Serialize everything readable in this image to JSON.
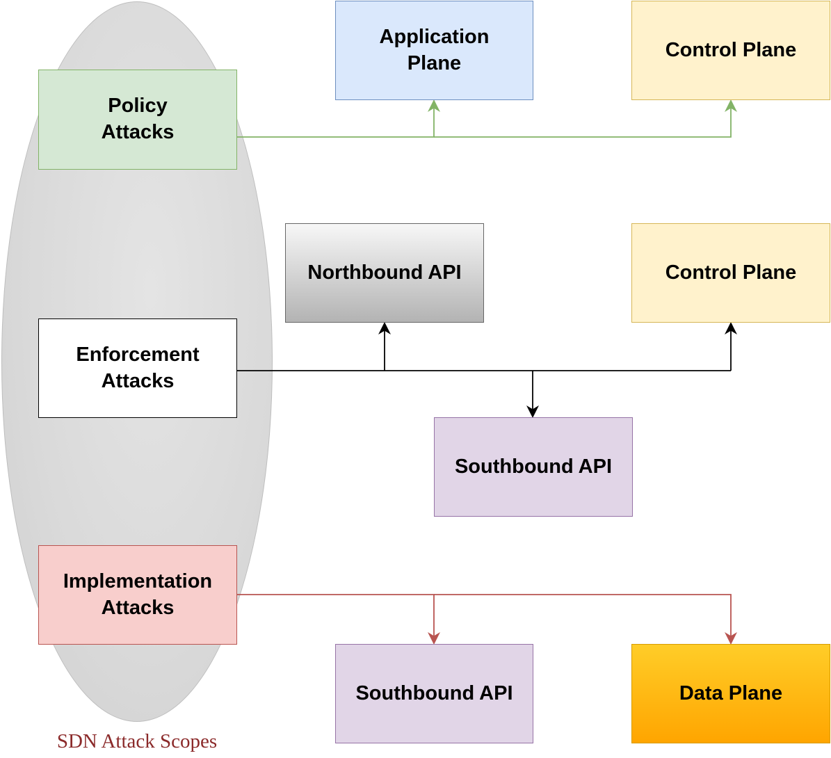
{
  "scope": {
    "caption": "SDN Attack Scopes"
  },
  "attacks": {
    "policy": "Policy\nAttacks",
    "enforcement": "Enforcement\nAttacks",
    "implementation": "Implementation\nAttacks"
  },
  "targets": {
    "application_plane": "Application\nPlane",
    "control_plane_1": "Control Plane",
    "northbound_api": "Northbound API",
    "control_plane_2": "Control Plane",
    "southbound_api_1": "Southbound API",
    "southbound_api_2": "Southbound API",
    "data_plane": "Data Plane"
  },
  "colors": {
    "policy_edge": "#82b366",
    "enforcement_edge": "#000000",
    "implementation_edge": "#b85450",
    "caption": "#8b2a2a"
  }
}
